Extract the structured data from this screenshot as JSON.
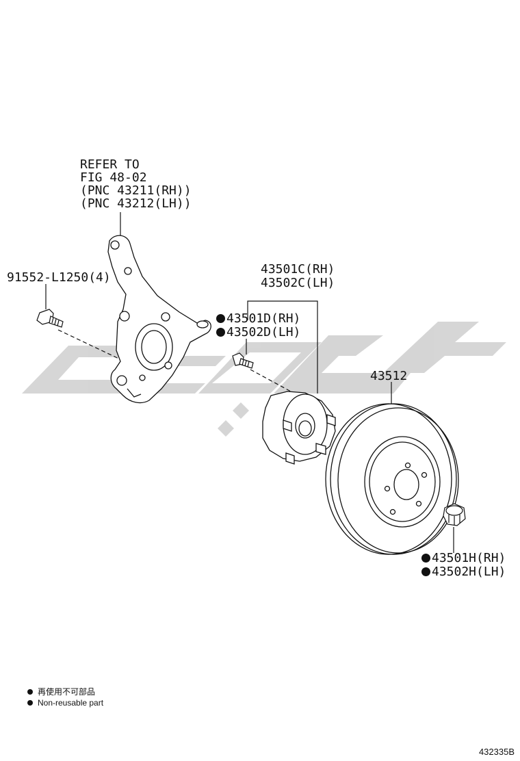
{
  "callouts": {
    "refer": {
      "line1": "REFER TO",
      "line2": "FIG 48-02",
      "line3": "(PNC 43211(RH))",
      "line4": "(PNC 43212(LH))"
    },
    "bolt": {
      "label": "91552-L1250(4)"
    },
    "hub": {
      "rh": "43501C(RH)",
      "lh": "43502C(LH)"
    },
    "hub_bolt": {
      "rh": "43501D(RH)",
      "lh": "43502D(LH)",
      "non_reusable": true
    },
    "disc": {
      "label": "43512"
    },
    "nut": {
      "rh": "43501H(RH)",
      "lh": "43502H(LH)",
      "non_reusable": true
    }
  },
  "legend": {
    "line_cn": "再使用不可部品",
    "line_en": "Non-reusable part"
  },
  "figure_id": "432335B",
  "watermark_color": "#d2d2d2",
  "line_color": "#111111"
}
